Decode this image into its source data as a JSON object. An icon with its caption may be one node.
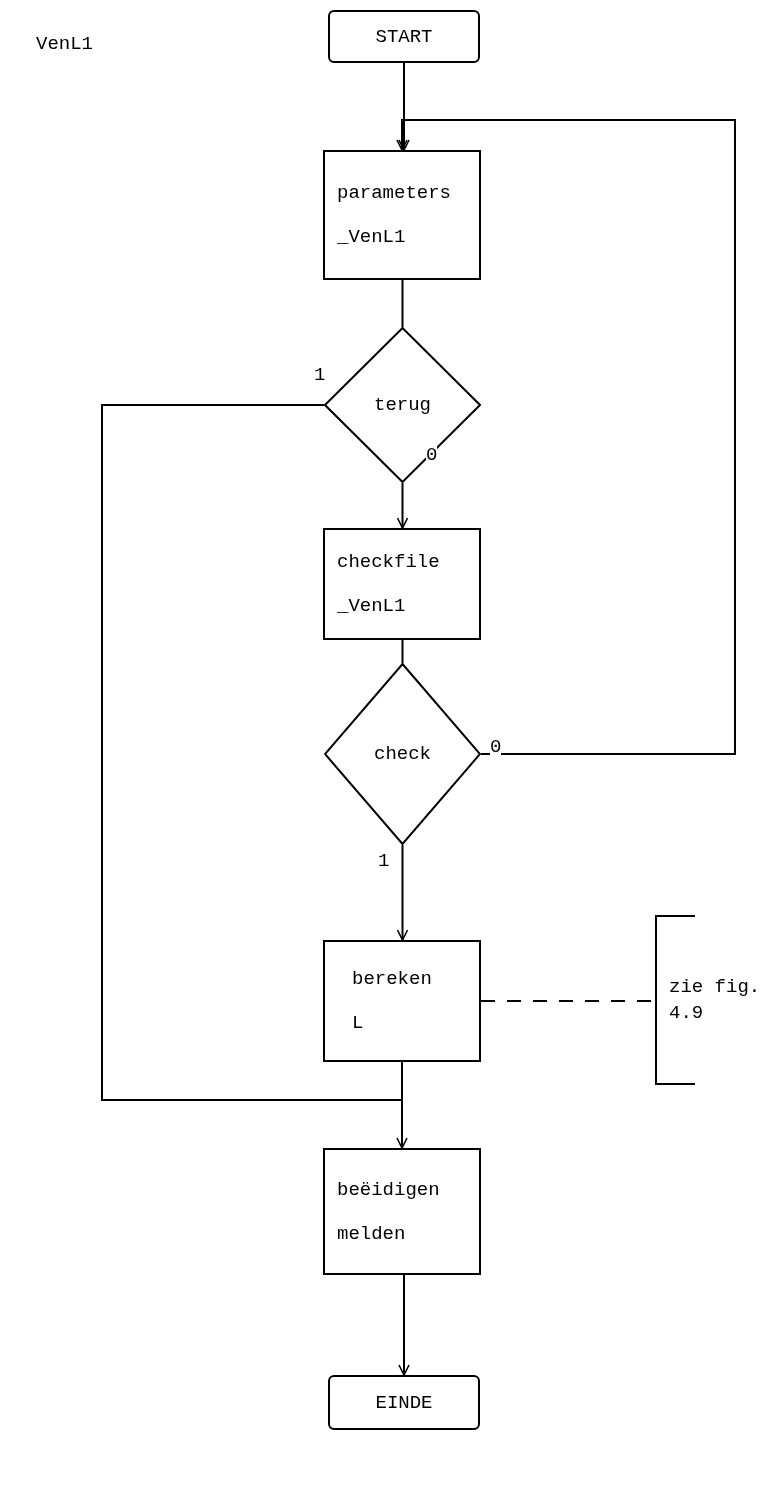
{
  "diagram": {
    "nodes": [
      {
        "text": [
          "START"
        ]
      },
      {
        "text": [
          "parameters _VenL1"
        ]
      },
      {
        "text": [
          "terug"
        ]
      },
      {
        "text": [
          "checkfile _VenL1"
        ]
      },
      {
        "text": [
          "check"
        ]
      },
      {
        "text": [
          "bereken L"
        ]
      },
      {
        "text": [
          "beëidigen melden"
        ]
      },
      {
        "text": [
          "EINDE"
        ]
      },
      {
        "text": [
          "zie fig. 4.9"
        ]
      }
    ],
    "edges": [
      {
        "from": 0,
        "to": 1,
        "arrow": "to"
      },
      {
        "from": 1,
        "to": 2,
        "arrow": "none"
      },
      {
        "from": 2,
        "to": 3,
        "arrow": "to",
        "label": "0"
      },
      {
        "from": 2,
        "to": 6,
        "arrow": "to",
        "label": "1"
      },
      {
        "from": 3,
        "to": 4,
        "arrow": "none"
      },
      {
        "from": 4,
        "to": 1,
        "arrow": "to",
        "label": "0"
      },
      {
        "from": 4,
        "to": 5,
        "arrow": "to",
        "label": "1"
      },
      {
        "from": 5,
        "to": 6,
        "arrow": "none"
      },
      {
        "from": 6,
        "to": 7,
        "arrow": "to"
      },
      {
        "from": 5,
        "to": 8,
        "arrow": "none",
        "style": "dashed"
      }
    ],
    "labels": [
      "VenL1"
    ]
  }
}
